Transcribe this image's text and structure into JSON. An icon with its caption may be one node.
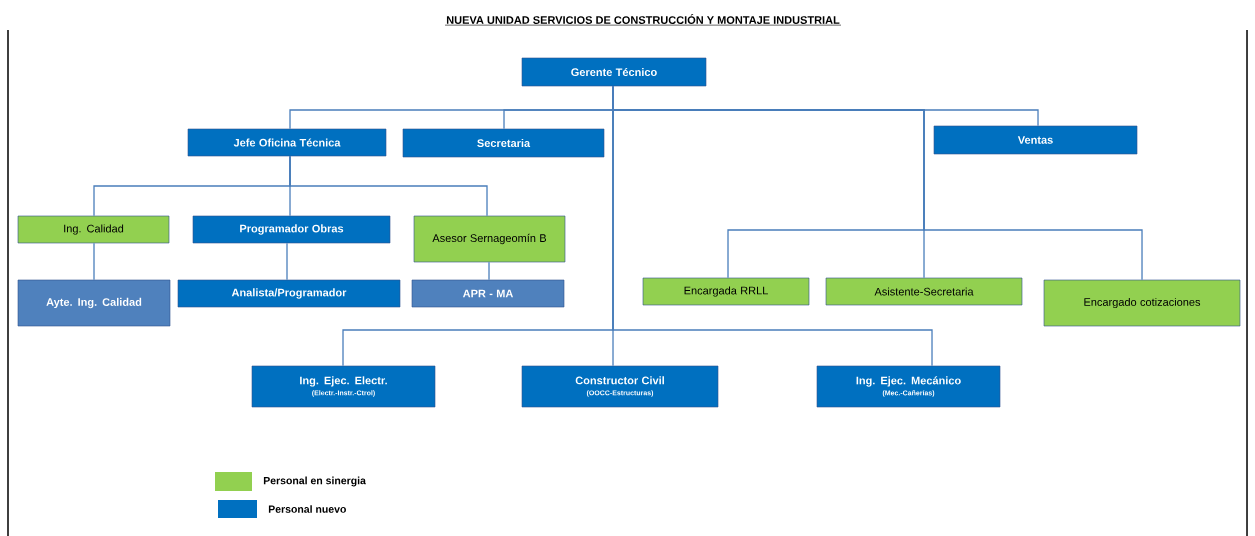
{
  "diagram": {
    "title": "NUEVA UNIDAD SERVICIOS DE  CONSTRUCCIÓN Y MONTAJE INDUSTRIAL",
    "nodes": [
      {
        "text": [
          "Gerente Técnico"
        ]
      },
      {
        "text": [
          "Jefe Oficina Técnica"
        ]
      },
      {
        "text": [
          "Secretaria"
        ]
      },
      {
        "text": [
          "Ventas"
        ]
      },
      {
        "text": [
          "Ing. Calidad"
        ]
      },
      {
        "text": [
          "Programador Obras"
        ]
      },
      {
        "text": [
          "Asesor Sernageomín B"
        ]
      },
      {
        "text": [
          "Ayte. Ing. Calidad"
        ]
      },
      {
        "text": [
          "Analista/Programador"
        ]
      },
      {
        "text": [
          "APR - MA"
        ]
      },
      {
        "text": [
          "Encargada RRLL"
        ]
      },
      {
        "text": [
          "Asistente-Secretaria"
        ]
      },
      {
        "text": [
          "Encargado cotizaciones"
        ]
      },
      {
        "text": [
          "Ing. Ejec. Electr.",
          "(Electr.-Instr.-Ctrol)"
        ]
      },
      {
        "text": [
          "Constructor Civil",
          "(OOCC-Estructuras)"
        ]
      },
      {
        "text": [
          "Ing. Ejec. Mecánico",
          "(Mec.-Cañerías)"
        ]
      }
    ],
    "edges": [
      {
        "from": 0,
        "to": 1,
        "arrow": "none"
      },
      {
        "from": 0,
        "to": 2,
        "arrow": "none"
      },
      {
        "from": 0,
        "to": 3,
        "arrow": "none"
      },
      {
        "from": 0,
        "to": 10,
        "arrow": "none"
      },
      {
        "from": 0,
        "to": 11,
        "arrow": "none"
      },
      {
        "from": 0,
        "to": 12,
        "arrow": "none"
      },
      {
        "from": 1,
        "to": 4,
        "arrow": "none"
      },
      {
        "from": 1,
        "to": 5,
        "arrow": "none"
      },
      {
        "from": 1,
        "to": 6,
        "arrow": "none"
      },
      {
        "from": 4,
        "to": 7,
        "arrow": "none"
      },
      {
        "from": 5,
        "to": 8,
        "arrow": "none"
      },
      {
        "from": 6,
        "to": 9,
        "arrow": "none"
      },
      {
        "from": 0,
        "to": 13,
        "arrow": "none"
      },
      {
        "from": 0,
        "to": 14,
        "arrow": "none"
      },
      {
        "from": 0,
        "to": 15,
        "arrow": "none"
      }
    ],
    "legend": [
      {
        "text": "Personal en sinergia",
        "color": "#92d050"
      },
      {
        "text": "Personal nuevo",
        "color": "#0070c0"
      }
    ]
  }
}
